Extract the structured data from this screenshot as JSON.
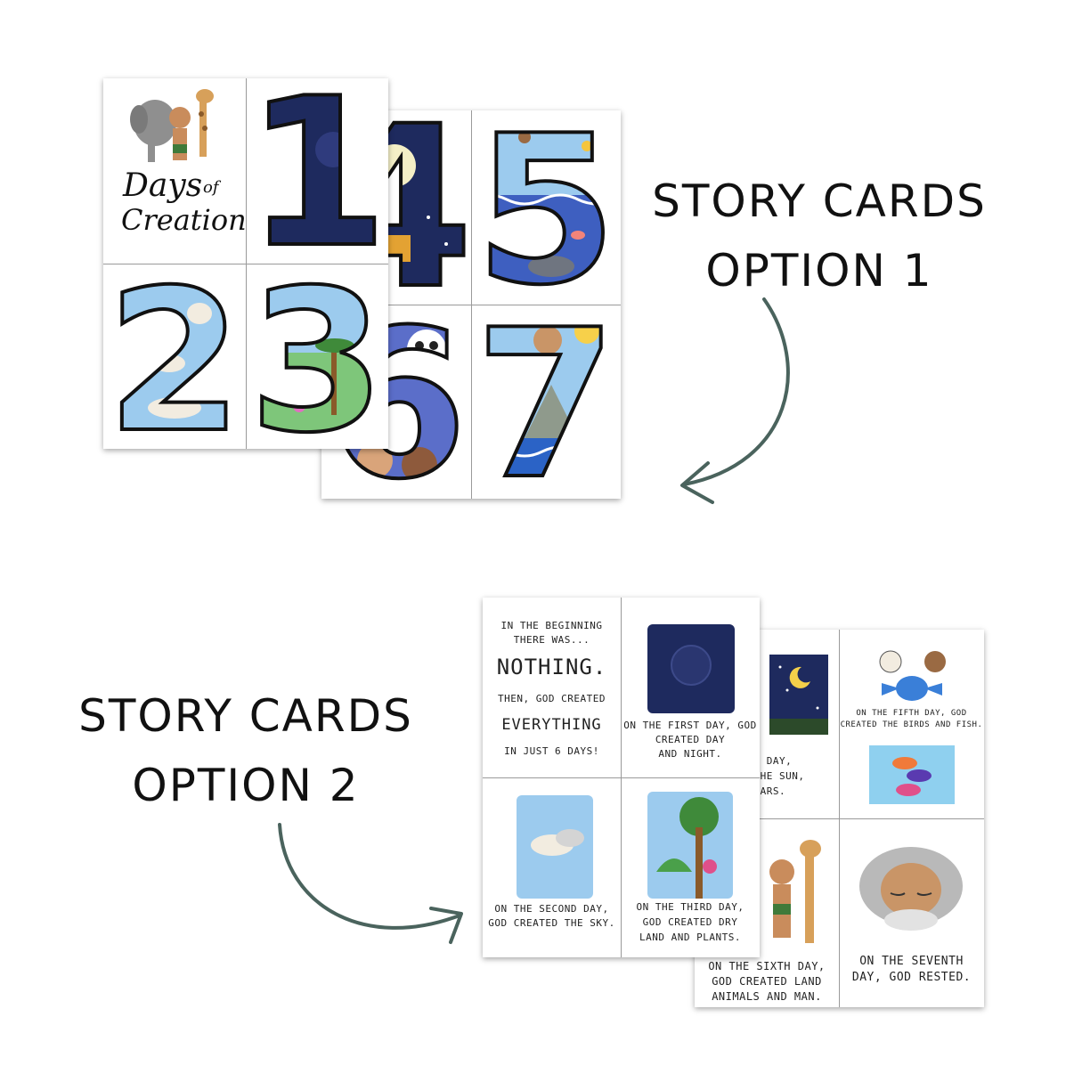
{
  "headings": {
    "option1_line1": "STORY CARDS",
    "option1_line2": "OPTION 1",
    "option2_line1": "STORY CARDS",
    "option2_line2": "OPTION 2"
  },
  "option1": {
    "front_sheet": {
      "logo_line1": "Days",
      "logo_of": "of",
      "logo_line2": "Creation",
      "numbers": [
        "1",
        "2",
        "3"
      ]
    },
    "back_sheet": {
      "numbers": [
        "4",
        "5",
        "6",
        "7"
      ]
    }
  },
  "option2": {
    "front_sheet": {
      "intro": {
        "line1": "In the beginning",
        "line2": "there was...",
        "big": "nothing.",
        "line3": "Then, God created",
        "mid": "EVERYTHING",
        "line4": "in just 6 days!"
      },
      "day1": [
        "On the first day, God",
        "created day",
        "and night."
      ],
      "day2": [
        "On the second day,",
        "God created the sky."
      ],
      "day3": [
        "On the third day,",
        "God created dry",
        "land and plants."
      ]
    },
    "back_sheet": {
      "day4": [
        "ourth day,",
        "ted the sun,",
        "nd stars."
      ],
      "day5": [
        "On the fifth day, God",
        "created the birds and fish."
      ],
      "day6": [
        "on the sixth day,",
        "God created land",
        "animals and man."
      ],
      "day7": [
        "On the seventh",
        "day, God rested."
      ]
    }
  },
  "colors": {
    "arrow": "#4a635d",
    "night": "#1e2a5e",
    "sky": "#9ccbee",
    "grass": "#7ec67a",
    "ocean": "#3e5fc0"
  }
}
